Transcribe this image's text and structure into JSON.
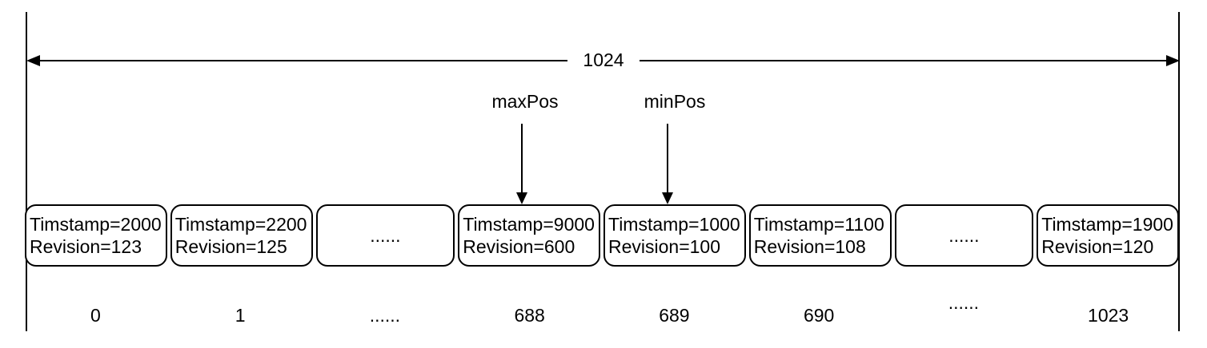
{
  "measure": {
    "label": "1024"
  },
  "pointers": {
    "max": {
      "label": "maxPos"
    },
    "min": {
      "label": "minPos"
    }
  },
  "cells": [
    {
      "line1": "Timstamp=2000",
      "line2": "Revision=123",
      "index": "0"
    },
    {
      "line1": "Timstamp=2200",
      "line2": "Revision=125",
      "index": "1"
    },
    {
      "dots": "......",
      "index": "......"
    },
    {
      "line1": "Timstamp=9000",
      "line2": "Revision=600",
      "index": "688"
    },
    {
      "line1": "Timstamp=1000",
      "line2": "Revision=100",
      "index": "689"
    },
    {
      "line1": "Timstamp=1100",
      "line2": "Revision=108",
      "index": "690"
    },
    {
      "dots": "......",
      "index": "......"
    },
    {
      "line1": "Timstamp=1900",
      "line2": "Revision=120",
      "index": "1023"
    }
  ]
}
